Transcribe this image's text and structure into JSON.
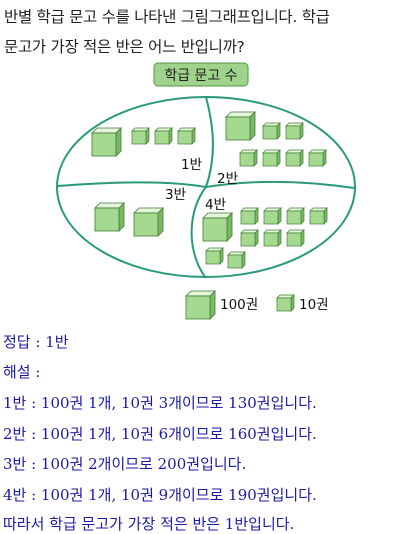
{
  "question": {
    "line1": "반별 학급 문고 수를 나타낸 그림그래프입니다. 학급",
    "line2": "문고가 가장 적은 반은 어느 반입니까?"
  },
  "graph": {
    "title": "학급 문고 수",
    "sections": [
      {
        "label": "1반",
        "big": 1,
        "small": 3
      },
      {
        "label": "2반",
        "big": 1,
        "small": 6
      },
      {
        "label": "3반",
        "big": 2,
        "small": 0
      },
      {
        "label": "4반",
        "big": 1,
        "small": 9
      }
    ],
    "legend": {
      "big_label": "100권",
      "small_label": "10권"
    }
  },
  "solution": {
    "answer": "정답 : 1반",
    "explain_label": "해설 :",
    "lines": [
      "1반 : 100권 1개, 10권 3개이므로 130권입니다.",
      "2반 : 100권 1개, 10권 6개이므로 160권입니다.",
      "3반 : 100권 2개이므로 200권입니다.",
      "4반 : 100권 1개, 10권 9개이므로 190권입니다.",
      "따라서 학급 문고가 가장 적은 반은 1반입니다."
    ]
  },
  "colors": {
    "ellipse": "#2a9a7a",
    "title_bg": "#9fd28a",
    "book": "#a4d98f",
    "text_blue": "#1a1aa8"
  }
}
